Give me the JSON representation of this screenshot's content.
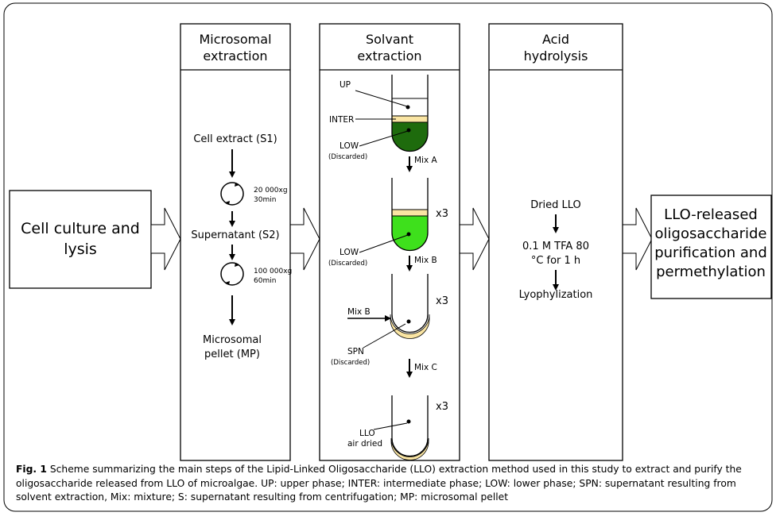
{
  "panels": {
    "microsomal_title": [
      "Microsomal",
      "extraction"
    ],
    "solvent_title": [
      "Solvant",
      "extraction"
    ],
    "acid_title": [
      "Acid",
      "hydrolysis"
    ]
  },
  "left_box": [
    "Cell culture and",
    "lysis"
  ],
  "right_box": [
    "LLO-released",
    "oligosaccharide",
    "purification and",
    "permethylation"
  ],
  "microsomal": {
    "cell_extract": "Cell extract (S1)",
    "spin1": [
      "20 000xg",
      "30min"
    ],
    "supernatant": "Supernatant (S2)",
    "spin2": [
      "100 000xg",
      "60min"
    ],
    "pellet": [
      "Microsomal",
      "pellet (MP)"
    ]
  },
  "solvent": {
    "up": "UP",
    "inter": "INTER",
    "low": "LOW",
    "discarded": "(Discarded)",
    "mix_a": "Mix A",
    "x3": "x3",
    "mix_b": "Mix B",
    "spn": "SPN",
    "mix_c": "Mix C",
    "llo": [
      "LLO",
      "air dried"
    ]
  },
  "acid": {
    "dried": "Dried LLO",
    "tfa": [
      "0.1 M TFA  80",
      "°C for 1 h"
    ],
    "lyo": "Lyophylization"
  },
  "colors": {
    "dark_green": "#1e6b0d",
    "light_green": "#3ee01c",
    "beige": "#fae5a3"
  },
  "caption": {
    "label": "Fig. 1",
    "text": " Scheme summarizing the main steps of the Lipid-Linked Oligosaccharide (LLO) extraction method used in this study to extract and purify the oligosaccharide released from LLO of microalgae. UP: upper phase; INTER: intermediate phase; LOW: lower phase; SPN: supernatant resulting from solvent extraction, Mix: mixture; S: supernatant resulting from centrifugation; MP: microsomal pellet"
  }
}
